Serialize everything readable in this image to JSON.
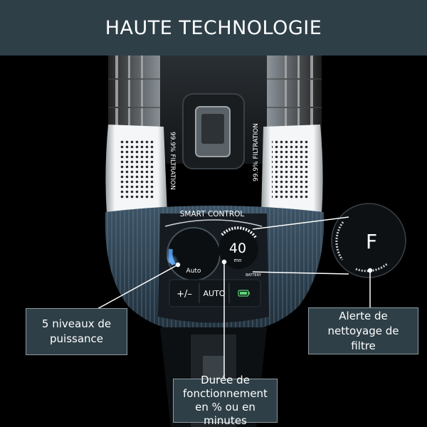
{
  "banner": {
    "title": "HAUTE TECHNOLOGIE"
  },
  "device": {
    "filtration_left": "99.9% FILTRATION",
    "filtration_right": "99.9% FILTRATION",
    "panel_title": "SMART CONTROL",
    "dial_label": "Auto",
    "display_value": "40",
    "display_unit": "mn",
    "battery_label": "BATTERY",
    "plus_minus_button": "+/–",
    "auto_button": "AUTO",
    "filter_alert_letter": "F"
  },
  "callouts": {
    "power_levels": "5 niveaux de puissance",
    "filter_alert": "Alerte de nettoyage de filtre",
    "runtime": "Durée de fonctionnement en % ou en minutes"
  },
  "colors": {
    "banner_bg": "#2e3f47",
    "callout_bg": "#2e3f47",
    "accent_blue": "#4a90d9"
  }
}
